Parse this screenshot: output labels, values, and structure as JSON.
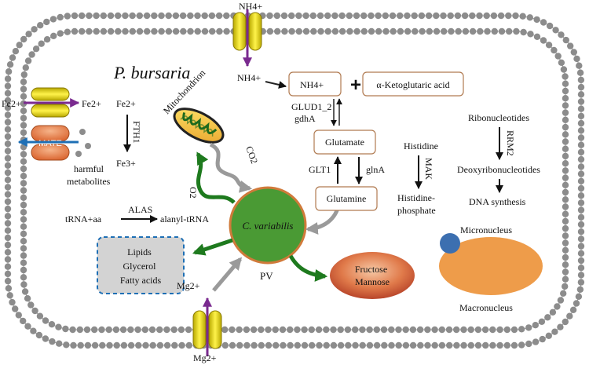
{
  "organism": "P. bursaria",
  "symbiont": "C. variabilis",
  "vacuole": "PV",
  "mitochondrion": "Mitochondrion",
  "gases": {
    "co2": "CO2",
    "o2": "O2"
  },
  "ions": {
    "nh4_out": "NH4+",
    "nh4_in": "NH4+",
    "fe_out": "Fe2+",
    "fe_in": "Fe2+",
    "fe2": "Fe2+",
    "fe3": "Fe3+",
    "mg_out": "Mg2+",
    "mg_in": "Mg2+"
  },
  "iron": {
    "enzyme": "FTH1"
  },
  "mate": {
    "label": "MATE",
    "cargo": [
      "harmful",
      "metabolites"
    ]
  },
  "trna": {
    "substrate": "tRNA+aa",
    "enzyme": "ALAS",
    "product": "alanyl-tRNA"
  },
  "nitrogen": {
    "nh4_box": "NH4+",
    "plus": "+",
    "akg": "α-Ketoglutaric acid",
    "enzyme1": "GLUD1_2",
    "enzyme2": "gdhA",
    "glutamate": "Glutamate",
    "glt1": "GLT1",
    "glna": "glnA",
    "glutamine": "Glutamine"
  },
  "histidine": {
    "substrate": "Histidine",
    "enzyme": "MAK",
    "product_1": "Histidine-",
    "product_2": "phosphate"
  },
  "dna": {
    "substrate": "Ribonucleotides",
    "enzyme": "RRM2",
    "product": "Deoxyribonucleotides",
    "final": "DNA synthesis"
  },
  "lipids": [
    "Lipids",
    "Glycerol",
    "Fatty acids"
  ],
  "sugars": [
    "Fructose",
    "Mannose"
  ],
  "nuclei": {
    "micro": "Micronucleus",
    "macro": "Macronucleus"
  },
  "colors": {
    "bead": "#8c8c8c",
    "channel": "#f2e600",
    "purple": "#7a2a8f",
    "green": "#1e7a1e",
    "symbiont": "#4a9a34",
    "gray_arrow": "#9a9a9a",
    "mate": "#e07a3c",
    "blue": "#1e6fb5",
    "macro": "#ee9c4a",
    "micro": "#3c6fb0"
  }
}
